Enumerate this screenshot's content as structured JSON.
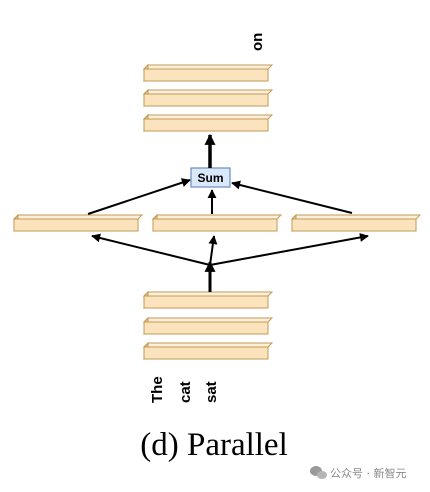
{
  "diagram": {
    "output_token": "on",
    "input_tokens": [
      "The",
      "cat",
      "sat"
    ],
    "sum_label": "Sum",
    "caption": "(d) Parallel",
    "colors": {
      "block_front": "#fbe3bd",
      "block_top": "#fdf0da",
      "block_side": "#e7c48f",
      "block_stroke": "#c29a55",
      "sum_fill": "#dae8fc",
      "sum_stroke": "#6c8ebf",
      "arrow": "#000000"
    }
  },
  "watermark": {
    "icon": "wechat-icon",
    "text": "公众号 · 新智元"
  }
}
